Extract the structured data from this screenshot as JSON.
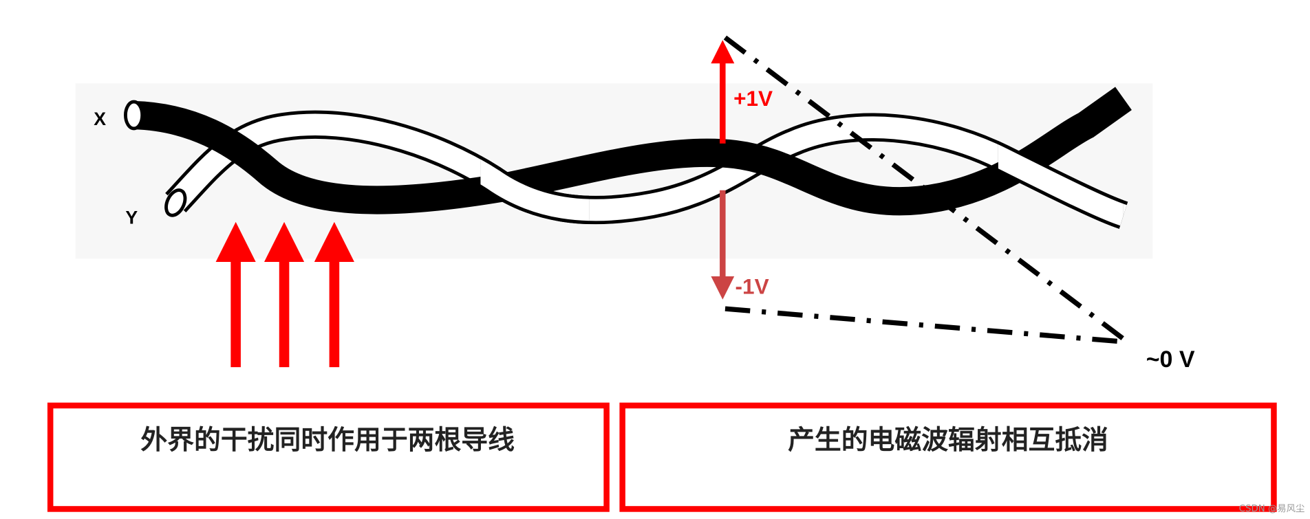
{
  "wire_labels": {
    "x": "X",
    "y": "Y"
  },
  "voltages": {
    "plus": "+1V",
    "minus": "-1V",
    "net": "~0 V"
  },
  "boxes": {
    "left": "外界的干扰同时作用于两根导线",
    "right": "产生的电磁波辐射相互抵消"
  },
  "watermark": "CSDN @易风尘",
  "colors": {
    "arrow": "#ff0000",
    "arrow_down": "#cc4444",
    "box_border": "#ff0000",
    "wire_dark": "#000000",
    "wire_light": "#ffffff"
  }
}
